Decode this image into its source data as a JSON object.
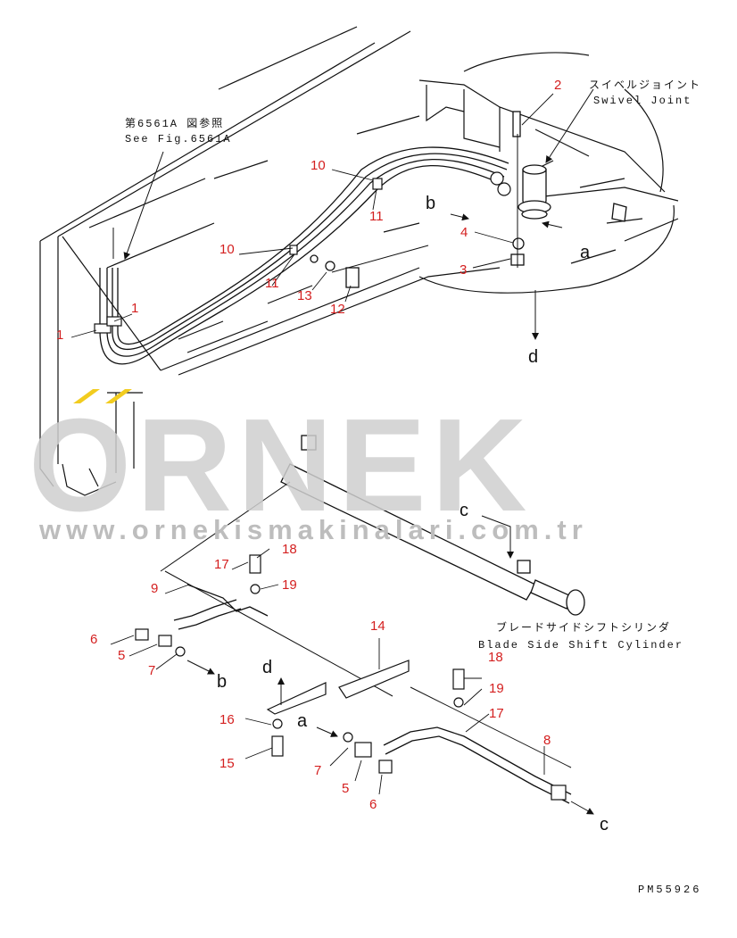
{
  "annotations": {
    "see_fig_jp": "第6561A 図参照",
    "see_fig_en": "See Fig.6561A",
    "swivel_jp": "スイベルジョイント",
    "swivel_en": "Swivel Joint",
    "cylinder_jp": "ブレードサイドシフトシリンダ",
    "cylinder_en": "Blade Side Shift Cylinder"
  },
  "watermark": {
    "brand": "ORNEK",
    "url": "www.ornekismakinalari.com.tr",
    "accent_color": "#f2cc1f"
  },
  "drawing_code": "PM55926",
  "callouts": [
    "1",
    "1",
    "2",
    "3",
    "4",
    "5",
    "5",
    "6",
    "6",
    "7",
    "7",
    "8",
    "9",
    "10",
    "10",
    "11",
    "11",
    "12",
    "13",
    "14",
    "15",
    "16",
    "17",
    "17",
    "18",
    "18",
    "19",
    "19"
  ],
  "connection_letters": [
    "a",
    "a",
    "b",
    "b",
    "c",
    "c",
    "d",
    "d"
  ],
  "colors": {
    "callout": "#d42020",
    "line": "#111111",
    "watermark": "#cfcfcf"
  }
}
